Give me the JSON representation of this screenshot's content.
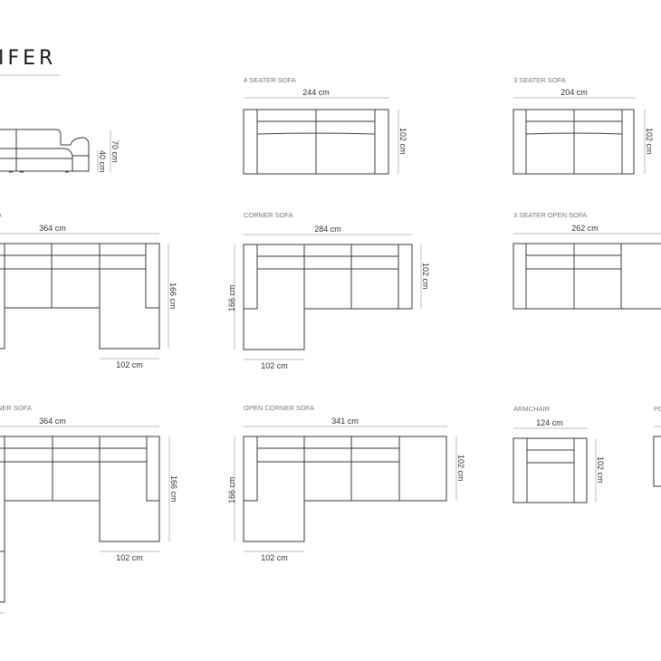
{
  "title": "IFER",
  "side_view": {
    "height_total": "70 cm",
    "seat_height": "40 cm"
  },
  "drawings": [
    {
      "label": "4 SEATER SOFA",
      "width": "244 cm",
      "depth": "102 cm"
    },
    {
      "label": "3 SEATER SOFA",
      "width": "204 cm",
      "depth": "102 cm"
    },
    {
      "label": "A",
      "width": "364 cm",
      "depth": "166 cm",
      "chaise_width": "102 cm"
    },
    {
      "label": "CORNER SOFA",
      "width": "284 cm",
      "depth": "102 cm",
      "chaise_depth": "166 cm",
      "chaise_width": "102 cm"
    },
    {
      "label": "3 SEATER OPEN SOFA",
      "width": "262 cm"
    },
    {
      "label": "NER SOFA",
      "width": "364 cm",
      "depth": "166 cm",
      "chaise_width": "102 cm"
    },
    {
      "label": "OPEN CORNER SOFA",
      "width": "341 cm",
      "depth": "102 cm",
      "chaise_depth": "166 cm",
      "chaise_width": "102 cm"
    },
    {
      "label": "ARMCHAIR",
      "width": "124 cm",
      "depth": "102 cm"
    },
    {
      "label": "PO"
    }
  ]
}
